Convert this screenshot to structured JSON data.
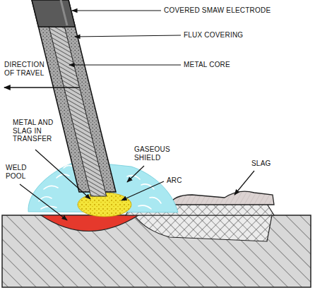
{
  "diagram": {
    "labels": [
      "COVERED SMAW ELECTRODE",
      "FLUX COVERING",
      "METAL CORE",
      "DIRECTION OF TRAVEL",
      "METAL AND SLAG IN TRANSFER",
      "GASEOUS SHIELD",
      "ARC",
      "WELD POOL",
      "SLAG"
    ]
  }
}
